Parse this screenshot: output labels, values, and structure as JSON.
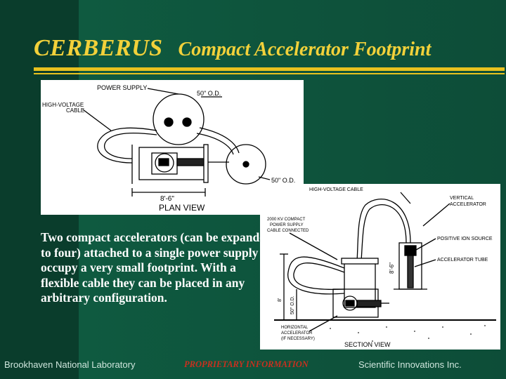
{
  "slide": {
    "title_main": "CERBERUS",
    "title_sub": "Compact Accelerator Footprint",
    "body": "Two compact accelerators (can be expanded to four) attached  to a single power supply occupy a very small footprint. With a flexible cable they can be placed in any arbitrary configuration."
  },
  "plan_view": {
    "label_power_supply": "POWER SUPPLY",
    "label_hv_cable_1": "HIGH-VOLTAGE",
    "label_hv_cable_2": "CABLE",
    "dim_top": "50\" O.D.",
    "dim_right": "50\" O.D.",
    "dim_length": "8'-6\"",
    "caption": "PLAN VIEW"
  },
  "section_view": {
    "label_hv_cable": "HIGH-VOLTAGE CABLE",
    "label_vertical_1": "VERTICAL",
    "label_vertical_2": "ACCELERATOR",
    "label_compact_1": "2000 KV COMPACT",
    "label_compact_2": "POWER SUPPLY",
    "label_compact_3": "CABLE CONNECTED",
    "label_ion_source": "POSITIVE ION SOURCE",
    "label_tube": "ACCELERATOR TUBE",
    "dim_height": "8'-6\"",
    "dim_od": "50\" O.D.",
    "dim_small": "8'",
    "label_horizontal_1": "HORIZONTAL",
    "label_horizontal_2": "ACCELERATOR",
    "label_horizontal_3": "(IF NECESSARY)",
    "caption": "SECTION VIEW"
  },
  "footer": {
    "left": "Brookhaven National Laboratory",
    "middle": "PROPRIETARY INFORMATION",
    "right": "Scientific Innovations Inc."
  },
  "colors": {
    "background": "#0d4a36",
    "title": "#f2d13a",
    "rule": "#e8c21f",
    "proprietary": "#c8301f"
  }
}
